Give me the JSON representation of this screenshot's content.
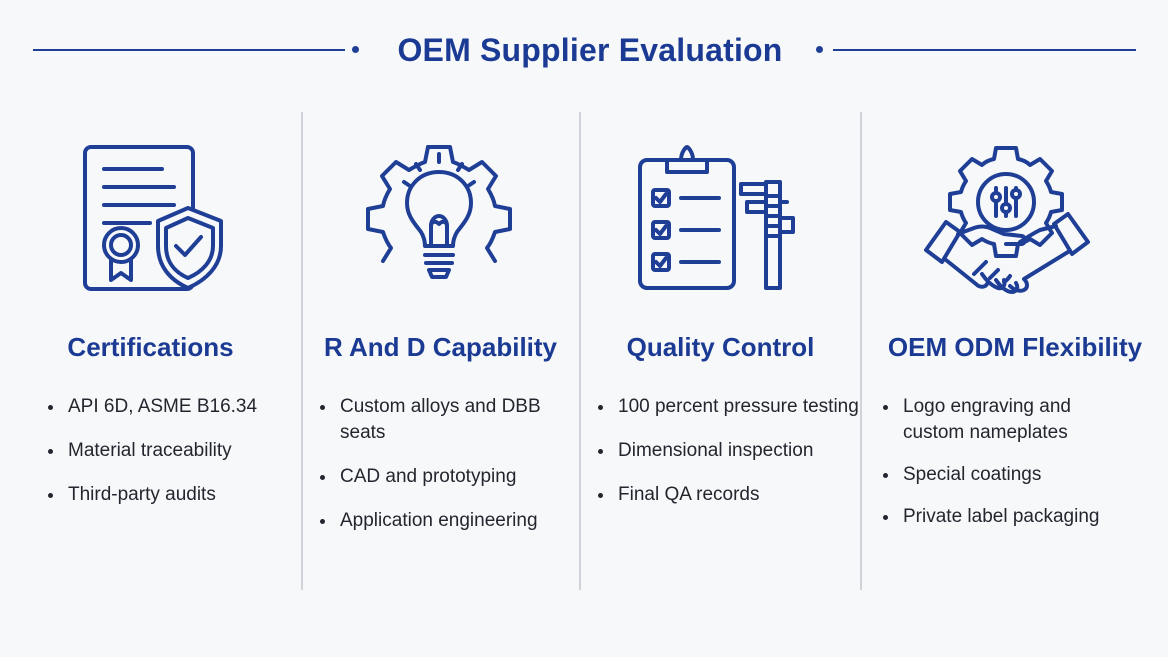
{
  "title": "OEM Supplier Evaluation",
  "columns": [
    {
      "heading": "Certifications",
      "icon": "certificate-shield-icon",
      "items": [
        "API 6D, ASME B16.34",
        "Material traceability",
        "Third-party audits"
      ]
    },
    {
      "heading": "R And D Capability",
      "icon": "lightbulb-gear-icon",
      "items": [
        "Custom alloys and DBB seats",
        "CAD and prototyping",
        "Application engineering"
      ]
    },
    {
      "heading": "Quality Control",
      "icon": "checklist-caliper-icon",
      "items": [
        "100 percent pressure testing",
        "Dimensional inspection",
        "Final QA records"
      ]
    },
    {
      "heading": "OEM ODM Flexibility",
      "icon": "handshake-gear-icon",
      "items": [
        "Logo engraving and custom nameplates",
        "Special coatings",
        "Private label packaging"
      ]
    }
  ],
  "colors": {
    "accent": "#1b3a93",
    "divider": "#cfd3da",
    "background": "#f7f8fa"
  }
}
